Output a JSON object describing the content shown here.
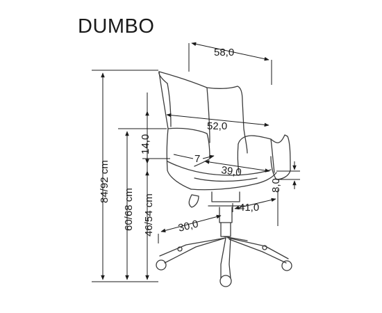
{
  "title": "DUMBO",
  "dimensions": {
    "total_width": "58,0",
    "back_width": "52,0",
    "back_height": "14,0",
    "armrest_gap": "7",
    "seat_depth": "39,0",
    "armrest_thickness": "8,0",
    "seat_width": "41,0",
    "base_radius": "30,0",
    "total_height": "84/92 cm",
    "armrest_height": "60/68 cm",
    "seat_height": "46/54 cm"
  },
  "colors": {
    "line": "#1a1a1a",
    "drawing": "#3a3a3a"
  }
}
